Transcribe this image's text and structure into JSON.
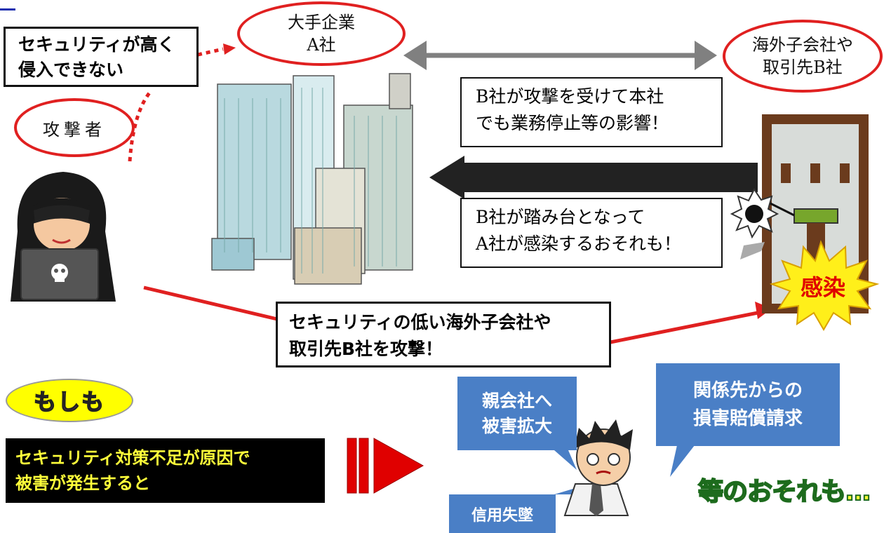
{
  "attacker_label": "攻撃者",
  "company_a_label": "大手企業\nA社",
  "subsidiary_label": "海外子会社や\n取引先B社",
  "security_high_text": "セキュリティが高く\n侵入できない",
  "impact_text": "B社が攻撃を受けて本社\nでも業務停止等の影響！",
  "stepping_stone_text": "B社が踏み台となって\nA社が感染するおそれも！",
  "infection_label": "感染",
  "attack_text": "セキュリティの低い海外子会社や\n取引先B社を攻撃！",
  "moshimo_label": "もしも",
  "cause_text": "セキュリティ対策不足が原因で\n被害が発生すると",
  "bubble_parent": "親会社へ\n被害拡大",
  "bubble_claim": "関係先からの\n損害賠償請求",
  "bubble_trust": "信用失墜",
  "closing_text": "等のおそれも…",
  "colors": {
    "accent_red": "#e02020",
    "bubble_blue": "#4a7fc6",
    "starburst_yellow": "#ffef1a",
    "moshimo_yellow": "#ffff00"
  }
}
